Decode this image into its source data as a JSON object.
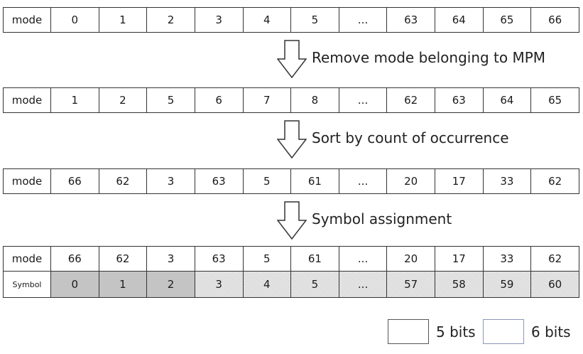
{
  "rows": [
    {
      "label": "mode",
      "cells": [
        "0",
        "1",
        "2",
        "3",
        "4",
        "5",
        "...",
        "63",
        "64",
        "65",
        "66"
      ]
    },
    {
      "label": "mode",
      "cells": [
        "1",
        "2",
        "5",
        "6",
        "7",
        "8",
        "...",
        "62",
        "63",
        "64",
        "65"
      ]
    },
    {
      "label": "mode",
      "cells": [
        "66",
        "62",
        "3",
        "63",
        "5",
        "61",
        "...",
        "20",
        "17",
        "33",
        "62"
      ]
    }
  ],
  "final": {
    "mode_label": "mode",
    "mode_cells": [
      "66",
      "62",
      "3",
      "63",
      "5",
      "61",
      "...",
      "20",
      "17",
      "33",
      "62"
    ],
    "symbol_label": "Symbol",
    "symbol_cells": [
      "0",
      "1",
      "2",
      "3",
      "4",
      "5",
      "...",
      "57",
      "58",
      "59",
      "60"
    ]
  },
  "steps": [
    {
      "text": "Remove mode belonging to MPM"
    },
    {
      "text": "Sort by count of occurrence"
    },
    {
      "text": "Symbol assignment"
    }
  ],
  "legend": {
    "five_bits": "5 bits",
    "six_bits": "6 bits"
  },
  "colors": {
    "five_bits_fill": "#c4c4c4",
    "six_bits_fill": "#dcdcdc"
  },
  "icons": {
    "step_arrow": "down-arrow-outline"
  }
}
